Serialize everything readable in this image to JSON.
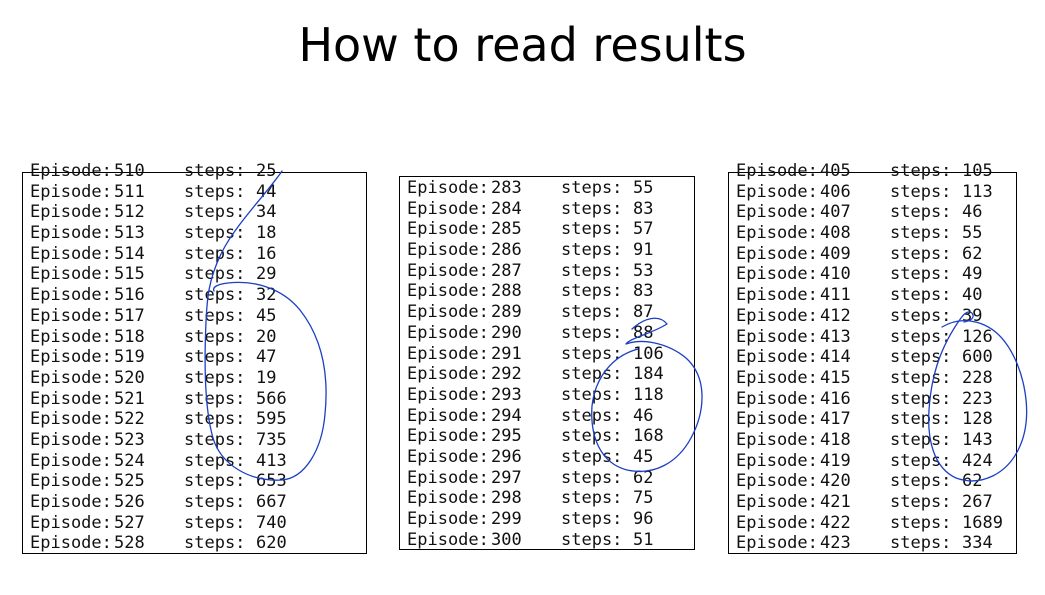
{
  "title": "How to read results",
  "colors": {
    "ink": "#1a3fc4",
    "text": "#111111"
  },
  "panels": [
    {
      "rows": [
        {
          "episode_label": "Episode:",
          "episode": "510",
          "steps_label": "steps:",
          "steps": "25"
        },
        {
          "episode_label": "Episode:",
          "episode": "511",
          "steps_label": "steps:",
          "steps": "44"
        },
        {
          "episode_label": "Episode:",
          "episode": "512",
          "steps_label": "steps:",
          "steps": "34"
        },
        {
          "episode_label": "Episode:",
          "episode": "513",
          "steps_label": "steps:",
          "steps": "18"
        },
        {
          "episode_label": "Episode:",
          "episode": "514",
          "steps_label": "steps:",
          "steps": "16"
        },
        {
          "episode_label": "Episode:",
          "episode": "515",
          "steps_label": "steps:",
          "steps": "29"
        },
        {
          "episode_label": "Episode:",
          "episode": "516",
          "steps_label": "steps:",
          "steps": "32"
        },
        {
          "episode_label": "Episode:",
          "episode": "517",
          "steps_label": "steps:",
          "steps": "45"
        },
        {
          "episode_label": "Episode:",
          "episode": "518",
          "steps_label": "steps:",
          "steps": "20"
        },
        {
          "episode_label": "Episode:",
          "episode": "519",
          "steps_label": "steps:",
          "steps": "47"
        },
        {
          "episode_label": "Episode:",
          "episode": "520",
          "steps_label": "steps:",
          "steps": "19"
        },
        {
          "episode_label": "Episode:",
          "episode": "521",
          "steps_label": "steps:",
          "steps": "566"
        },
        {
          "episode_label": "Episode:",
          "episode": "522",
          "steps_label": "steps:",
          "steps": "595"
        },
        {
          "episode_label": "Episode:",
          "episode": "523",
          "steps_label": "steps:",
          "steps": "735"
        },
        {
          "episode_label": "Episode:",
          "episode": "524",
          "steps_label": "steps:",
          "steps": "413"
        },
        {
          "episode_label": "Episode:",
          "episode": "525",
          "steps_label": "steps:",
          "steps": "653"
        },
        {
          "episode_label": "Episode:",
          "episode": "526",
          "steps_label": "steps:",
          "steps": "667"
        },
        {
          "episode_label": "Episode:",
          "episode": "527",
          "steps_label": "steps:",
          "steps": "740"
        },
        {
          "episode_label": "Episode:",
          "episode": "528",
          "steps_label": "steps:",
          "steps": "620"
        }
      ]
    },
    {
      "rows": [
        {
          "episode_label": "Episode:",
          "episode": "283",
          "steps_label": "steps:",
          "steps": "55"
        },
        {
          "episode_label": "Episode:",
          "episode": "284",
          "steps_label": "steps:",
          "steps": "83"
        },
        {
          "episode_label": "Episode:",
          "episode": "285",
          "steps_label": "steps:",
          "steps": "57"
        },
        {
          "episode_label": "Episode:",
          "episode": "286",
          "steps_label": "steps:",
          "steps": "91"
        },
        {
          "episode_label": "Episode:",
          "episode": "287",
          "steps_label": "steps:",
          "steps": "53"
        },
        {
          "episode_label": "Episode:",
          "episode": "288",
          "steps_label": "steps:",
          "steps": "83"
        },
        {
          "episode_label": "Episode:",
          "episode": "289",
          "steps_label": "steps:",
          "steps": "87"
        },
        {
          "episode_label": "Episode:",
          "episode": "290",
          "steps_label": "steps:",
          "steps": "88"
        },
        {
          "episode_label": "Episode:",
          "episode": "291",
          "steps_label": "steps:",
          "steps": "106"
        },
        {
          "episode_label": "Episode:",
          "episode": "292",
          "steps_label": "steps:",
          "steps": "184"
        },
        {
          "episode_label": "Episode:",
          "episode": "293",
          "steps_label": "steps:",
          "steps": "118"
        },
        {
          "episode_label": "Episode:",
          "episode": "294",
          "steps_label": "steps:",
          "steps": "46"
        },
        {
          "episode_label": "Episode:",
          "episode": "295",
          "steps_label": "steps:",
          "steps": "168"
        },
        {
          "episode_label": "Episode:",
          "episode": "296",
          "steps_label": "steps:",
          "steps": "45"
        },
        {
          "episode_label": "Episode:",
          "episode": "297",
          "steps_label": "steps:",
          "steps": "62"
        },
        {
          "episode_label": "Episode:",
          "episode": "298",
          "steps_label": "steps:",
          "steps": "75"
        },
        {
          "episode_label": "Episode:",
          "episode": "299",
          "steps_label": "steps:",
          "steps": "96"
        },
        {
          "episode_label": "Episode:",
          "episode": "300",
          "steps_label": "steps:",
          "steps": "51"
        }
      ]
    },
    {
      "rows": [
        {
          "episode_label": "Episode:",
          "episode": "405",
          "steps_label": "steps:",
          "steps": "105"
        },
        {
          "episode_label": "Episode:",
          "episode": "406",
          "steps_label": "steps:",
          "steps": "113"
        },
        {
          "episode_label": "Episode:",
          "episode": "407",
          "steps_label": "steps:",
          "steps": "46"
        },
        {
          "episode_label": "Episode:",
          "episode": "408",
          "steps_label": "steps:",
          "steps": "55"
        },
        {
          "episode_label": "Episode:",
          "episode": "409",
          "steps_label": "steps:",
          "steps": "62"
        },
        {
          "episode_label": "Episode:",
          "episode": "410",
          "steps_label": "steps:",
          "steps": "49"
        },
        {
          "episode_label": "Episode:",
          "episode": "411",
          "steps_label": "steps:",
          "steps": "40"
        },
        {
          "episode_label": "Episode:",
          "episode": "412",
          "steps_label": "steps:",
          "steps": "39"
        },
        {
          "episode_label": "Episode:",
          "episode": "413",
          "steps_label": "steps:",
          "steps": "126"
        },
        {
          "episode_label": "Episode:",
          "episode": "414",
          "steps_label": "steps:",
          "steps": "600"
        },
        {
          "episode_label": "Episode:",
          "episode": "415",
          "steps_label": "steps:",
          "steps": "228"
        },
        {
          "episode_label": "Episode:",
          "episode": "416",
          "steps_label": "steps:",
          "steps": "223"
        },
        {
          "episode_label": "Episode:",
          "episode": "417",
          "steps_label": "steps:",
          "steps": "128"
        },
        {
          "episode_label": "Episode:",
          "episode": "418",
          "steps_label": "steps:",
          "steps": "143"
        },
        {
          "episode_label": "Episode:",
          "episode": "419",
          "steps_label": "steps:",
          "steps": "424"
        },
        {
          "episode_label": "Episode:",
          "episode": "420",
          "steps_label": "steps:",
          "steps": "62"
        },
        {
          "episode_label": "Episode:",
          "episode": "421",
          "steps_label": "steps:",
          "steps": "267"
        },
        {
          "episode_label": "Episode:",
          "episode": "422",
          "steps_label": "steps:",
          "steps": "1689"
        },
        {
          "episode_label": "Episode:",
          "episode": "423",
          "steps_label": "steps:",
          "steps": "334"
        }
      ]
    }
  ]
}
